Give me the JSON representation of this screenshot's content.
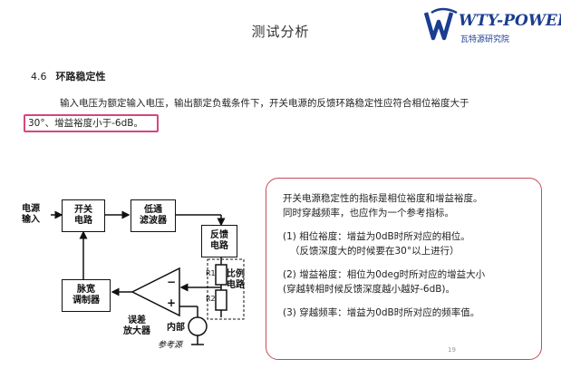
{
  "slide": {
    "title": "测试分析",
    "logo": {
      "brand": "WTY-POWER",
      "subtitle": "瓦特源研究院",
      "icon": "logo-mark-icon",
      "color": "#1a3d8f"
    },
    "section": {
      "number": "4.6",
      "heading": "环路稳定性"
    },
    "paragraph_line1": "输入电压为额定输入电压，输出额定负载条件下，开关电源的反馈环路稳定性应符合相位裕度大于",
    "paragraph_line2": "30°、增益裕度小于-6dB。",
    "highlight_color": "#d4477f",
    "diagram": {
      "input_label": "电源\n输入",
      "switch_circuit": "开关\n电路",
      "lowpass_filter": "低通\n滤波器",
      "feedback_circuit": "反馈\n电路",
      "ratio_circuit": "比例\n电路",
      "pwm_modulator": "脉宽\n调制器",
      "error_amp": "误差\n放大器",
      "internal_label": "内部",
      "reference_label": "参考源",
      "r1": "R1",
      "r2": "R2",
      "minus_sign": "−",
      "plus_sign": "+"
    },
    "note": {
      "line1": "开关电源稳定性的指标是相位裕度和增益裕度。",
      "line2": "同时穿越频率，也应作为一个参考指标。",
      "item1_line1": "(1) 相位裕度：增益为0dB时所对应的相位。",
      "item1_line2": "（反馈深度大的时候要在30°以上进行）",
      "item2_line1": "(2) 增益裕度：相位为0deg时所对应的增益大小",
      "item2_line2": "(穿越转相时候反馈深度越小越好-6dB)。",
      "item3": "(3) 穿越频率：增益为0dB时所对应的频率值。",
      "page_number": "19",
      "border_color": "#c64a5a"
    }
  }
}
